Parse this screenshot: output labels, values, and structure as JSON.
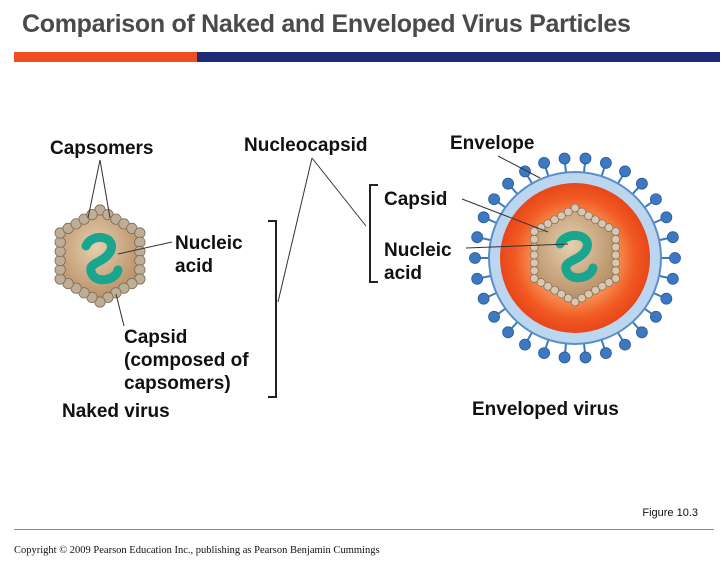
{
  "title": "Comparison of Naked and Enveloped Virus Particles",
  "labels": {
    "capsomers": "Capsomers",
    "nucleocapsid": "Nucleocapsid",
    "envelope": "Envelope",
    "nucleic_acid_left_1": "Nucleic",
    "nucleic_acid_left_2": "acid",
    "capsid_composed_1": "Capsid",
    "capsid_composed_2": "(composed of",
    "capsid_composed_3": "capsomers)",
    "naked_virus": "Naked virus",
    "capsid_right": "Capsid",
    "nucleic_acid_right_1": "Nucleic",
    "nucleic_acid_right_2": "acid",
    "enveloped_virus": "Enveloped virus"
  },
  "figure_label": "Figure 10.3",
  "copyright": "Copyright © 2009 Pearson Education Inc., publishing as Pearson Benjamin Cummings",
  "colors": {
    "accent_orange": "#ef4e23",
    "accent_blue": "#1e2a78",
    "capsid_fill": "#c8a57e",
    "capsomer": "#bfae97",
    "nucleic_acid": "#1aa58f",
    "envelope_spike": "#3d79c2",
    "envelope_core": "#f15a22"
  }
}
